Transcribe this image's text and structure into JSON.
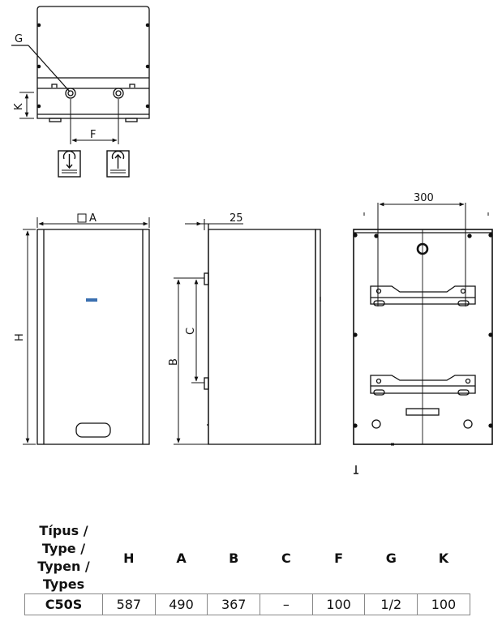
{
  "dimensions": {
    "g": "G",
    "k": "K",
    "f": "F",
    "a": "A",
    "h": "H",
    "c": "C",
    "b": "B",
    "depth": "25",
    "spacing": "300"
  },
  "icons": [
    "outlet-pipe-icon",
    "inlet-pipe-icon"
  ],
  "table": {
    "type_header": [
      "Típus /",
      "Type /",
      "Typen /",
      "Types"
    ],
    "columns": [
      "H",
      "A",
      "B",
      "C",
      "F",
      "G",
      "K"
    ],
    "rows": [
      {
        "model": "C50S",
        "values": [
          "587",
          "490",
          "367",
          "–",
          "100",
          "1/2",
          "100"
        ]
      }
    ]
  }
}
